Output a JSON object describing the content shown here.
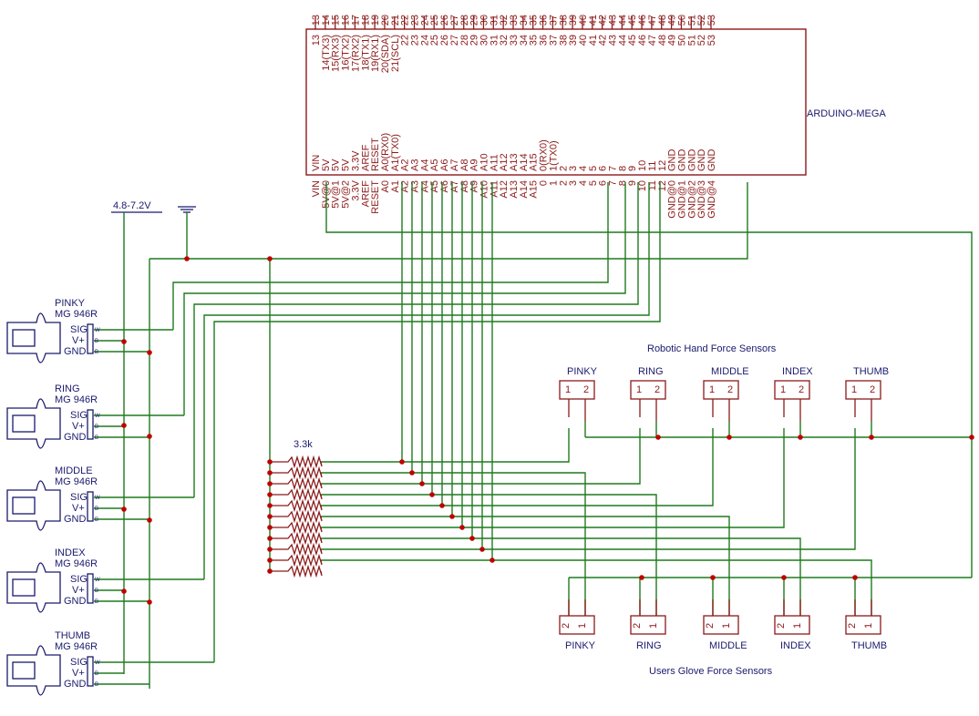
{
  "arduino": {
    "label": "ARDUINO-MEGA",
    "top_pins": [
      "13",
      "14",
      "15",
      "16",
      "17",
      "18",
      "19",
      "20",
      "21",
      "22",
      "23",
      "24",
      "25",
      "26",
      "27",
      "28",
      "29",
      "30",
      "31",
      "32",
      "33",
      "34",
      "35",
      "36",
      "37",
      "38",
      "39",
      "40",
      "41",
      "42",
      "43",
      "44",
      "45",
      "46",
      "47",
      "48",
      "49",
      "50",
      "51",
      "52",
      "53"
    ],
    "top_inner": [
      "13",
      "14(TX3)",
      "15(RX3)",
      "16(TX2)",
      "17(RX2)",
      "18(TX1)",
      "19(RX1)",
      "20(SDA)",
      "21(SCL)",
      "22",
      "23",
      "24",
      "25",
      "26",
      "27",
      "28",
      "29",
      "30",
      "31",
      "32",
      "33",
      "34",
      "35",
      "36",
      "37",
      "38",
      "39",
      "40",
      "41",
      "42",
      "43",
      "44",
      "45",
      "46",
      "47",
      "48",
      "49",
      "50",
      "51",
      "52",
      "53"
    ],
    "bottom_inner": [
      "VIN",
      "5V",
      "5V",
      "5V",
      "3.3V",
      "AREF",
      "RESET",
      "A0(RX0)",
      "A1(TX0)",
      "A2",
      "A3",
      "A4",
      "A5",
      "A6",
      "A7",
      "A8",
      "A9",
      "A10",
      "A11",
      "A12",
      "A13",
      "A14",
      "A15",
      "0(RX0)",
      "1(TX0)",
      "2",
      "3",
      "4",
      "5",
      "6",
      "7",
      "8",
      "9",
      "10",
      "11",
      "12",
      "GND",
      "GND",
      "GND",
      "GND",
      "GND"
    ],
    "bottom_pins": [
      "VIN",
      "5V@0",
      "5V@1",
      "5V@2",
      "3.3V",
      "AREF",
      "RESET",
      "A0",
      "A1",
      "A2",
      "A3",
      "A4",
      "A5",
      "A6",
      "A7",
      "A8",
      "A9",
      "A10",
      "A11",
      "A12",
      "A13",
      "A14",
      "A15",
      "0",
      "1",
      "2",
      "3",
      "4",
      "5",
      "6",
      "7",
      "8",
      "9",
      "10",
      "11",
      "12",
      "GND@0",
      "GND@1",
      "GND@2",
      "GND@3",
      "GND@4"
    ]
  },
  "power": {
    "label": "4.8-7.2V"
  },
  "servo_model": "MG 946R",
  "servo_pins": {
    "sig": "SIG",
    "vplus": "V+",
    "gnd": "GND",
    "w": "W",
    "b1": "B",
    "b2": "B"
  },
  "servos": [
    "PINKY",
    "RING",
    "MIDDLE",
    "INDEX",
    "THUMB"
  ],
  "resistor_label": "3.3k",
  "robotic_title": "Robotic Hand Force Sensors",
  "glove_title": "Users Glove Force Sensors",
  "sensor_names": [
    "PINKY",
    "RING",
    "MIDDLE",
    "INDEX",
    "THUMB"
  ],
  "sensor_pins": {
    "one": "1",
    "two": "2"
  }
}
